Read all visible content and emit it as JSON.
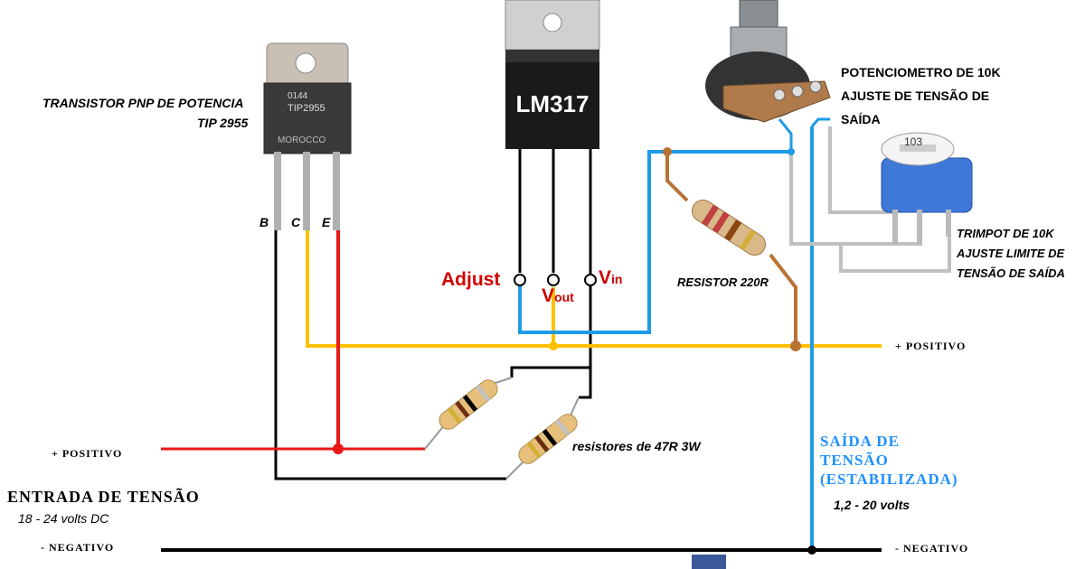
{
  "transistor": {
    "description": "TRANSISTOR PNP DE POTENCIA",
    "model": "TIP 2955",
    "marking_code": "0144",
    "marking_part": "TIP2955",
    "marking_origin": "MOROCCO",
    "pin_b": "B",
    "pin_c": "C",
    "pin_e": "E"
  },
  "regulator": {
    "name": "LM317",
    "pin_adjust": "Adjust",
    "pin_vout": "V",
    "pin_vout_sub": "out",
    "pin_vin": "V",
    "pin_vin_sub": "in"
  },
  "potentiometer": {
    "line1": "POTENCIOMETRO DE 10K",
    "line2": "AJUSTE DE TENSÃO DE",
    "line3": "SAÍDA"
  },
  "trimpot": {
    "code": "103",
    "line1": "TRIMPOT DE 10K",
    "line2": "AJUSTE LIMITE DE",
    "line3": "TENSÃO DE SAÍDA"
  },
  "resistor_220": "RESISTOR 220R",
  "resistors_47": "resistores de 47R 3W",
  "rail_positive_right": "+ POSITIVO",
  "rail_negative_right": "- NEGATIVO",
  "input": {
    "positive": "+ POSITIVO",
    "negative": "- NEGATIVO",
    "title": "ENTRADA DE TENSÃO",
    "range": "18 - 24 volts DC"
  },
  "output": {
    "line1": "SAÍDA DE",
    "line2": "TENSÃO",
    "line3": "(ESTABILIZADA)",
    "range": "1,2 - 20 volts"
  },
  "colors": {
    "positive_wire": "#ffc000",
    "input_wire": "#e81818",
    "adjust_wire": "#1e9be8",
    "ground_wire": "#000000",
    "resistor_lead": "#b87333",
    "trimpot_wire": "#c0c0c0"
  }
}
